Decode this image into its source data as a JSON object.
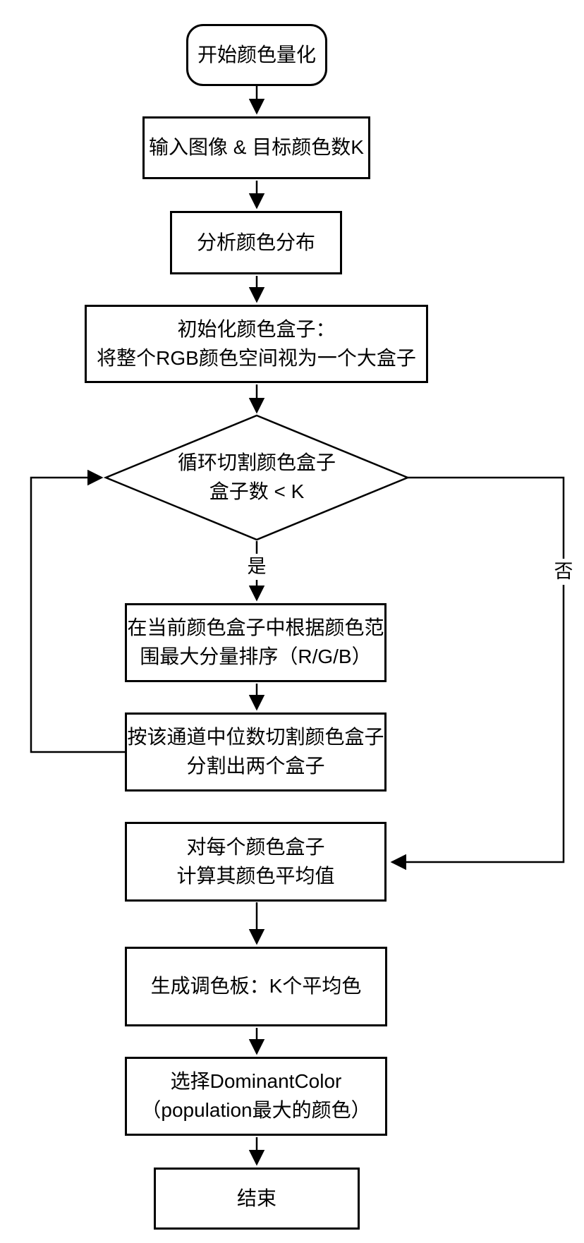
{
  "diagram": {
    "type": "flowchart",
    "background_color": "#ffffff",
    "stroke_color": "#000000",
    "nodes": {
      "start": {
        "shape": "rounded",
        "label": "开始颜色量化"
      },
      "input": {
        "shape": "rect",
        "label": "输入图像 & 目标颜色数K"
      },
      "analyze": {
        "shape": "rect",
        "label": "分析颜色分布"
      },
      "init": {
        "shape": "rect",
        "line1": "初始化颜色盒子：",
        "line2": "将整个RGB颜色空间视为一个大盒子"
      },
      "decision": {
        "shape": "diamond",
        "line1": "循环切割颜色盒子",
        "line2": "盒子数 < K"
      },
      "sort": {
        "shape": "rect",
        "line1": "在当前颜色盒子中根据颜色范",
        "line2": "围最大分量排序（R/G/B）"
      },
      "split": {
        "shape": "rect",
        "line1": "按该通道中位数切割颜色盒子",
        "line2": "分割出两个盒子"
      },
      "average": {
        "shape": "rect",
        "line1": "对每个颜色盒子",
        "line2": "计算其颜色平均值"
      },
      "palette": {
        "shape": "rect",
        "label": "生成调色板：K个平均色"
      },
      "dominant": {
        "shape": "rect",
        "line1": "选择DominantColor",
        "line2": "（population最大的颜色）"
      },
      "end": {
        "shape": "rect",
        "label": "结束"
      }
    },
    "edge_labels": {
      "yes": "是",
      "no": "否"
    }
  }
}
